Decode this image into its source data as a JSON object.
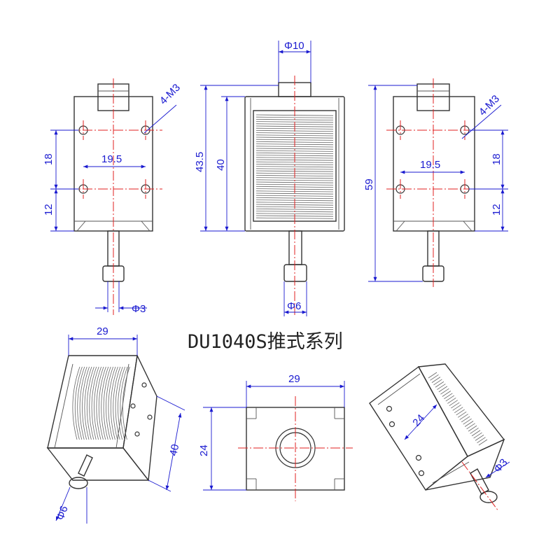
{
  "title": "DU1040S推式系列",
  "views": {
    "front_left": {
      "thread_callout": "4-M3",
      "dim_hole_spacing_h": "19.5",
      "dim_hole_spacing_v": "18",
      "dim_hole_to_base": "12",
      "dim_plunger_dia": "Φ3"
    },
    "front_center": {
      "dim_top_dia": "Φ10",
      "dim_total_height": "43.5",
      "dim_frame_height": "40",
      "dim_bottom_dia": "Φ6"
    },
    "front_right": {
      "thread_callout": "4-M3",
      "dim_hole_spacing_h": "19.5",
      "dim_hole_spacing_v": "18",
      "dim_hole_to_base": "12",
      "dim_overall_height": "59"
    },
    "iso_left": {
      "dim_width": "29",
      "dim_length": "40",
      "dim_button_dia": "Φ6"
    },
    "end_view": {
      "dim_width": "29",
      "dim_height": "24"
    },
    "iso_right": {
      "dim_depth": "24",
      "dim_plunger_dia": "Φ3"
    }
  },
  "colors": {
    "dimension": "#1a1ad0",
    "centerline": "#e02020",
    "outline": "#333333"
  }
}
